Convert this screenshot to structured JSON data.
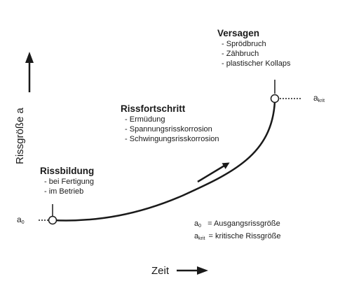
{
  "axes": {
    "y_label": "Rissgröße a",
    "x_label": "Zeit"
  },
  "markers": {
    "a0": {
      "main": "a",
      "sub": "0"
    },
    "akrit": {
      "main": "a",
      "sub": "krit"
    }
  },
  "stages": [
    {
      "id": "rissbildung",
      "title": "Rissbildung",
      "items": [
        "bei Fertigung",
        "im Betrieb"
      ]
    },
    {
      "id": "rissfortschritt",
      "title": "Rissfortschritt",
      "items": [
        "Ermüdung",
        "Spannungsrisskorrosion",
        "Schwingungsrisskorrosion"
      ]
    },
    {
      "id": "versagen",
      "title": "Versagen",
      "items": [
        "Sprödbruch",
        "Zähbruch",
        "plastischer Kollaps"
      ]
    }
  ],
  "legend": [
    {
      "symbol": "a",
      "sub": "0",
      "text": "= Ausgangsrissgröße"
    },
    {
      "symbol": "a",
      "sub": "krit",
      "text": "= kritische Rissgröße"
    }
  ]
}
